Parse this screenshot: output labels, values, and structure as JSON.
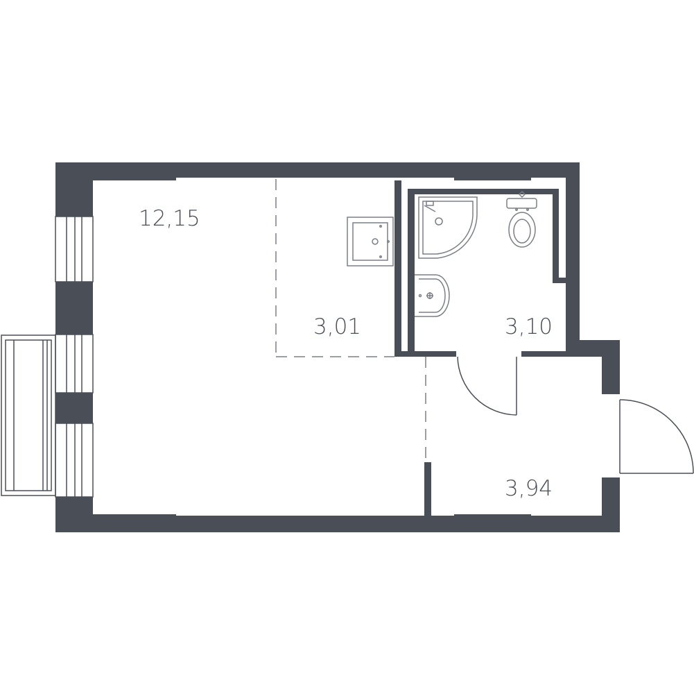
{
  "colors": {
    "wall": "#4a4e57",
    "fixture": "#7a7e86",
    "text": "#4a4e57",
    "background": "#ffffff"
  },
  "rooms": {
    "living": {
      "area": "12,15"
    },
    "kitchen": {
      "area": "3,01"
    },
    "bathroom": {
      "area": "3,10"
    },
    "hallway": {
      "area": "3,94"
    }
  },
  "icons": [
    "stove-icon",
    "shower-icon",
    "toilet-icon",
    "sink-icon",
    "door-swing-icon",
    "window-icon",
    "balcony-icon"
  ]
}
